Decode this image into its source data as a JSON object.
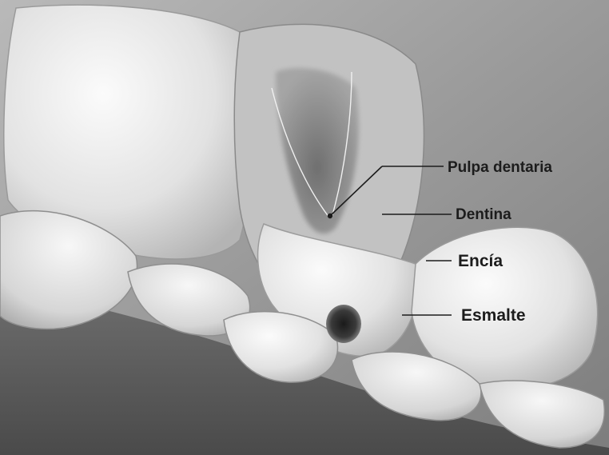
{
  "labels": {
    "pulpa": "Pulpa dentaria",
    "dentina": "Dentina",
    "encia": "Encía",
    "esmalte": "Esmalte"
  },
  "colors": {
    "background_gum": "#8f8f8f",
    "tooth_light": "#ececec",
    "tooth_mid": "#cfcfcf",
    "shadow": "#5e5e5e",
    "ink": "#1c1c1c"
  }
}
